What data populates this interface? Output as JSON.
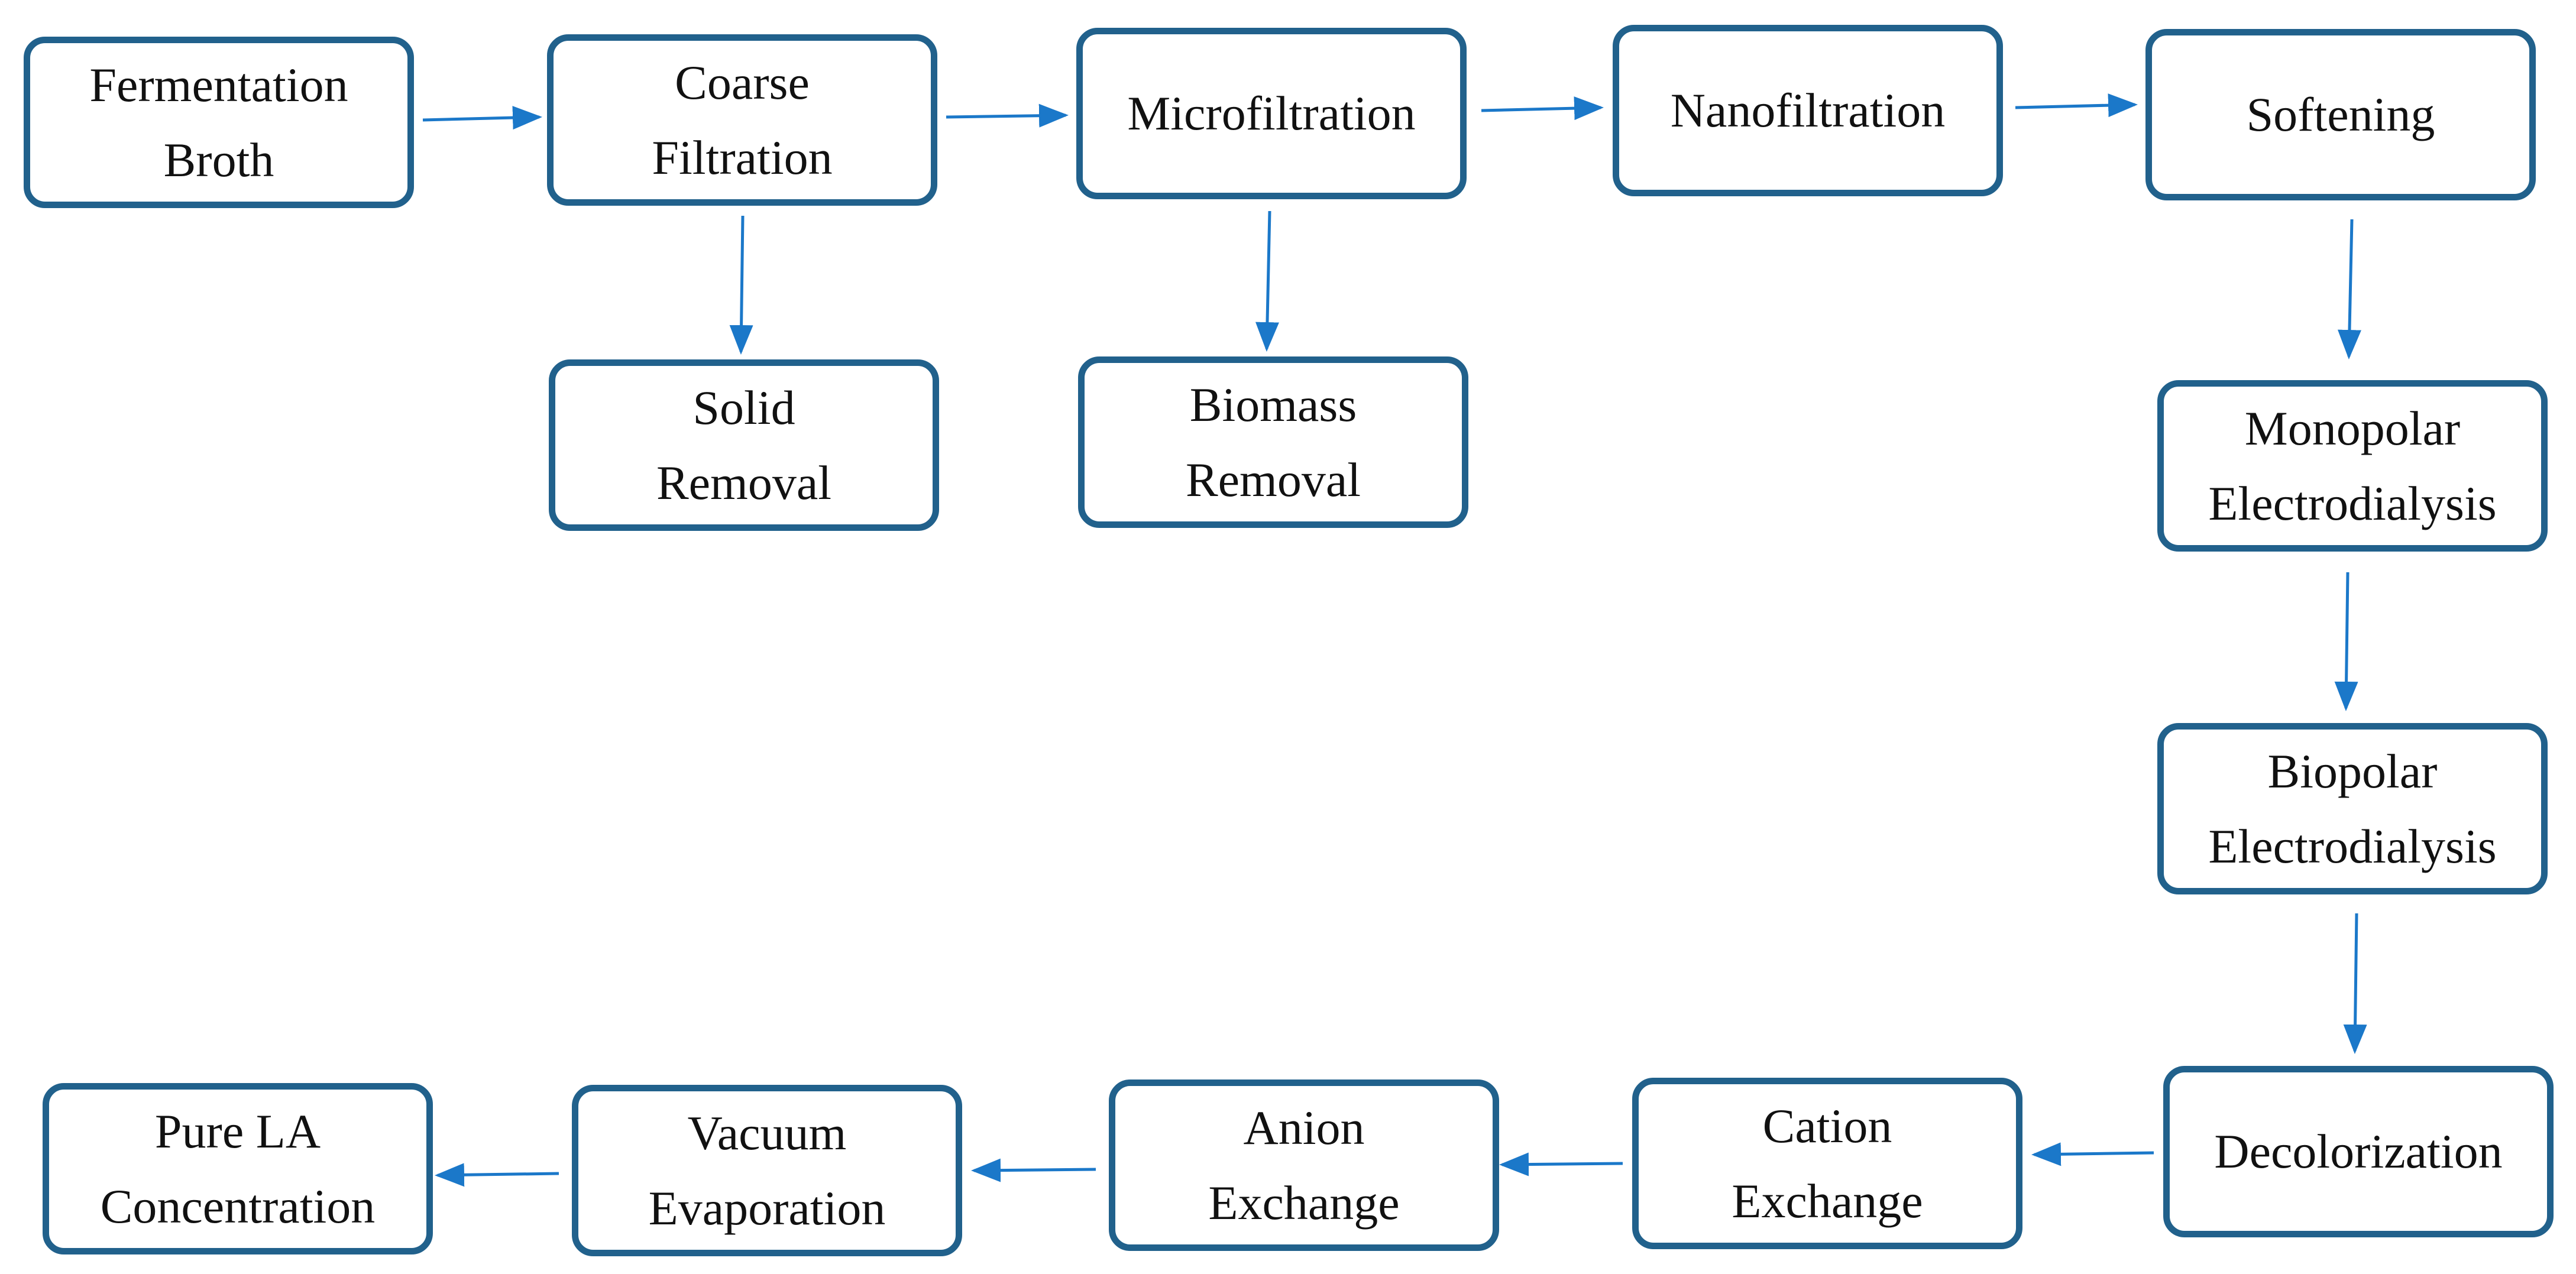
{
  "diagram": {
    "type": "process-flowchart",
    "colors": {
      "box_border": "#21618c",
      "arrow": "#1b78c9",
      "text": "#111111"
    },
    "steps": {
      "fermentation_broth": "Fermentation\nBroth",
      "coarse_filtration": "Coarse\nFiltration",
      "microfiltration": "Microfiltration",
      "nanofiltration": "Nanofiltration",
      "softening": "Softening",
      "solid_removal": "Solid\nRemoval",
      "biomass_removal": "Biomass\nRemoval",
      "monopolar_electrodialysis": "Monopolar\nElectrodialysis",
      "biopolar_electrodialysis": "Biopolar\nElectrodialysis",
      "decolorization": "Decolorization",
      "cation_exchange": "Cation\nExchange",
      "anion_exchange": "Anion\nExchange",
      "vacuum_evaporation": "Vacuum\nEvaporation",
      "pure_la_concentration": "Pure LA\nConcentration"
    },
    "edges": [
      {
        "from": "fermentation_broth",
        "to": "coarse_filtration"
      },
      {
        "from": "coarse_filtration",
        "to": "microfiltration"
      },
      {
        "from": "microfiltration",
        "to": "nanofiltration"
      },
      {
        "from": "nanofiltration",
        "to": "softening"
      },
      {
        "from": "coarse_filtration",
        "to": "solid_removal"
      },
      {
        "from": "microfiltration",
        "to": "biomass_removal"
      },
      {
        "from": "softening",
        "to": "monopolar_electrodialysis"
      },
      {
        "from": "monopolar_electrodialysis",
        "to": "biopolar_electrodialysis"
      },
      {
        "from": "biopolar_electrodialysis",
        "to": "decolorization"
      },
      {
        "from": "decolorization",
        "to": "cation_exchange"
      },
      {
        "from": "cation_exchange",
        "to": "anion_exchange"
      },
      {
        "from": "anion_exchange",
        "to": "vacuum_evaporation"
      },
      {
        "from": "vacuum_evaporation",
        "to": "pure_la_concentration"
      }
    ]
  }
}
